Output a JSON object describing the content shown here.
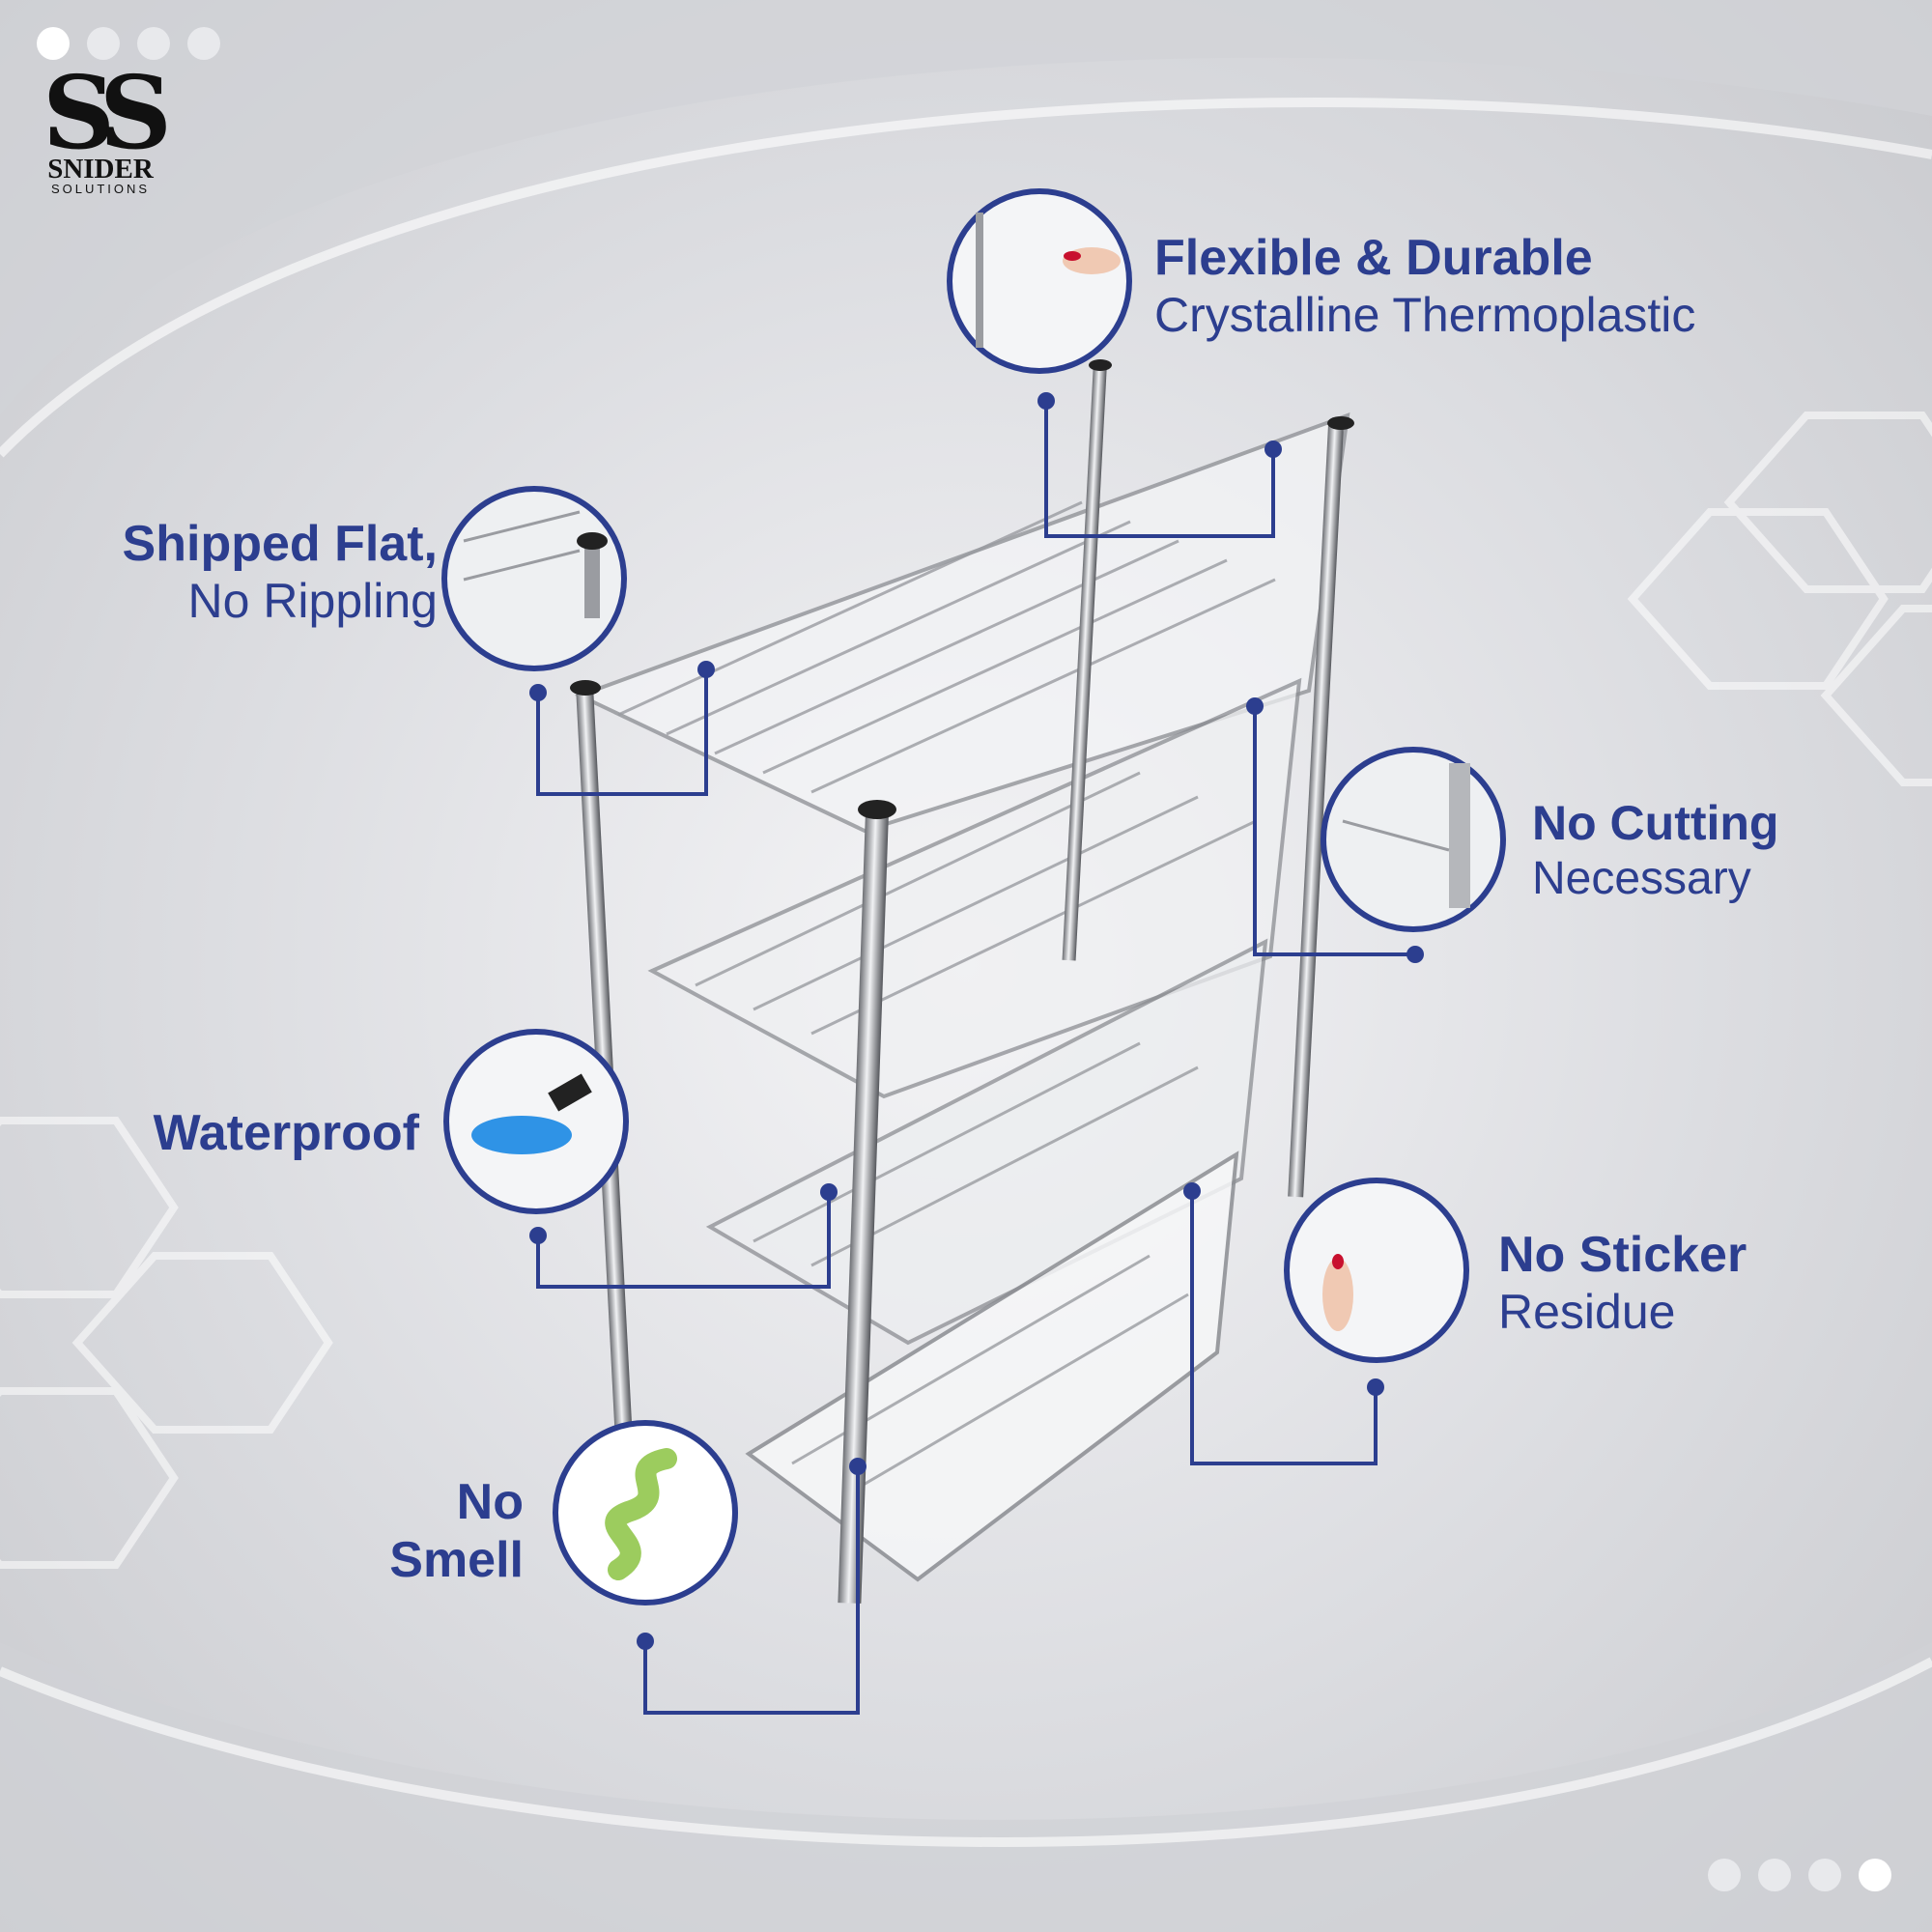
{
  "brand": {
    "logo_mark": "SS",
    "name": "SNIDER",
    "sub": "SOLUTIONS"
  },
  "carousel": {
    "top_active_index": 0,
    "bottom_active_index": 3,
    "count": 4
  },
  "colors": {
    "accent": "#2c3e8f",
    "background": "#dcdde1",
    "smell_icon": "#9ccc5e"
  },
  "features": {
    "flexible": {
      "bold": "Flexible & Durable",
      "regular": "Crystalline Thermoplastic"
    },
    "shipped": {
      "bold": "Shipped Flat,",
      "regular": "No Rippling"
    },
    "cutting": {
      "bold": "No Cutting",
      "regular": "Necessary"
    },
    "waterproof": {
      "bold": "Waterproof"
    },
    "sticker": {
      "bold": "No Sticker",
      "regular": "Residue"
    },
    "smell": {
      "bold": "No",
      "bold2": "Smell"
    }
  }
}
